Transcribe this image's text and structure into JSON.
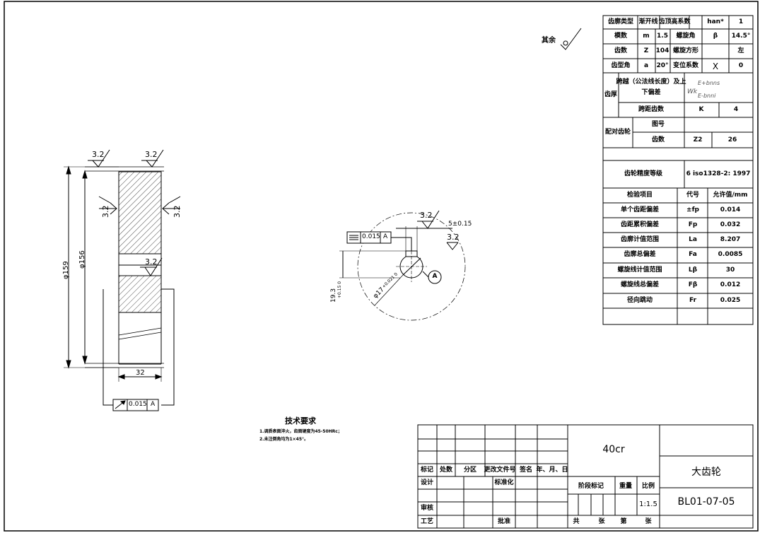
{
  "params": {
    "profile_type_label": "齿廓类型",
    "profile_type_value": "渐开线",
    "addendum_coef_label": "齿顶高系数",
    "addendum_coef_symbol": "han*",
    "addendum_coef_value": "1",
    "module_label": "模数",
    "module_symbol": "m",
    "module_value": "1.5",
    "helix_angle_label": "螺旋角",
    "helix_angle_symbol": "β",
    "helix_angle_value": "14.5°",
    "teeth_label": "齿数",
    "teeth_symbol": "Z",
    "teeth_value": "104",
    "helix_dir_label": "螺旋方形",
    "helix_dir_value": "左",
    "pressure_angle_label": "齿型角",
    "pressure_angle_symbol": "a",
    "pressure_angle_value": "20°",
    "shift_coef_label": "变位系数",
    "shift_coef_symbol": "X",
    "shift_coef_value": "0",
    "thickness_label": "齿厚",
    "span_length_label": "跨越（公法线长度）及上",
    "span_length_label2": "下偏差",
    "span_formula_w": "Wk",
    "span_formula_upper": "E+bnns",
    "span_formula_lower": "E-bnni",
    "span_teeth_label": "跨距齿数",
    "span_teeth_symbol": "K",
    "span_teeth_value": "4",
    "mating_gear_label": "配对齿轮",
    "drawing_no_label": "图号",
    "mating_teeth_label": "齿数",
    "mating_teeth_symbol": "Z2",
    "mating_teeth_value": "26",
    "accuracy_label": "齿轮精度等级",
    "accuracy_value": "6 iso1328-2: 1997"
  },
  "inspection": {
    "headers": [
      "检验项目",
      "代号",
      "允许值/mm"
    ],
    "rows": [
      [
        "单个齿距偏差",
        "±fp",
        "0.014"
      ],
      [
        "齿距累积偏差",
        "Fp",
        "0.032"
      ],
      [
        "齿廓计值范围",
        "La",
        "8.207"
      ],
      [
        "齿廓总偏差",
        "Fa",
        "0.0085"
      ],
      [
        "螺旋线计值范围",
        "Lβ",
        "30"
      ],
      [
        "螺旋线总偏差",
        "Fβ",
        "0.012"
      ],
      [
        "径向跳动",
        "Fr",
        "0.025"
      ]
    ]
  },
  "drawing": {
    "rest_label": "其余",
    "rough_32": "3.2",
    "dia_159": "φ159",
    "dia_156": "φ156",
    "width_32": "32",
    "runout_tol": "0.015",
    "datum_a": "A",
    "sym_tol": "0.015",
    "key_width": "5±0.15",
    "key_depth": "19.3",
    "key_depth_tol": "+0.15 0",
    "bore_dia": "φ17",
    "bore_tol": "+0.021 0"
  },
  "notes": {
    "title": "技术要求",
    "lines": [
      "1.调质表面淬火，齿面硬度为45-50HRc；",
      "2.未注倒角均为1×45°。"
    ]
  },
  "title_block": {
    "material": "40cr",
    "part_name": "大齿轮",
    "part_no": "BL01-07-05",
    "mark": "标记",
    "count": "处数",
    "zone": "分区",
    "change_doc": "更改文件号",
    "sign": "签名",
    "date": "年、月、日",
    "design": "设计",
    "standardize": "标准化",
    "stage_mark": "阶段标记",
    "weight": "重量",
    "scale_label": "比例",
    "scale_value": "1:1.5",
    "review": "审核",
    "process": "工艺",
    "approve": "批准",
    "total": "共",
    "sheets": "张",
    "sheet_no": "第",
    "sheets2": "张"
  }
}
